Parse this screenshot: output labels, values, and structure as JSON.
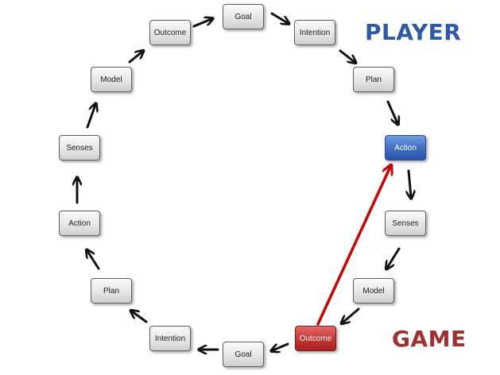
{
  "labels": {
    "player": "PLAYER",
    "game": "GAME"
  },
  "colors": {
    "player": "#2e5aa8",
    "game": "#a03030",
    "arrow": "#111111",
    "highlight_arrow": "#cc0000"
  },
  "player_nodes": [
    {
      "id": "p-outcome",
      "label": "Outcome"
    },
    {
      "id": "p-goal",
      "label": "Goal"
    },
    {
      "id": "p-intention",
      "label": "Intention"
    },
    {
      "id": "p-plan",
      "label": "Plan"
    },
    {
      "id": "p-action",
      "label": "Action",
      "highlight": "blue"
    },
    {
      "id": "g-senses",
      "label": "Senses"
    },
    {
      "id": "g-model",
      "label": "Model"
    },
    {
      "id": "g-outcome",
      "label": "Outcome",
      "highlight": "red"
    },
    {
      "id": "g-goal",
      "label": "Goal"
    },
    {
      "id": "g-intention",
      "label": "Intention"
    },
    {
      "id": "g-plan",
      "label": "Plan"
    },
    {
      "id": "g-action",
      "label": "Action"
    },
    {
      "id": "p-senses",
      "label": "Senses"
    },
    {
      "id": "p-model",
      "label": "Model"
    }
  ]
}
